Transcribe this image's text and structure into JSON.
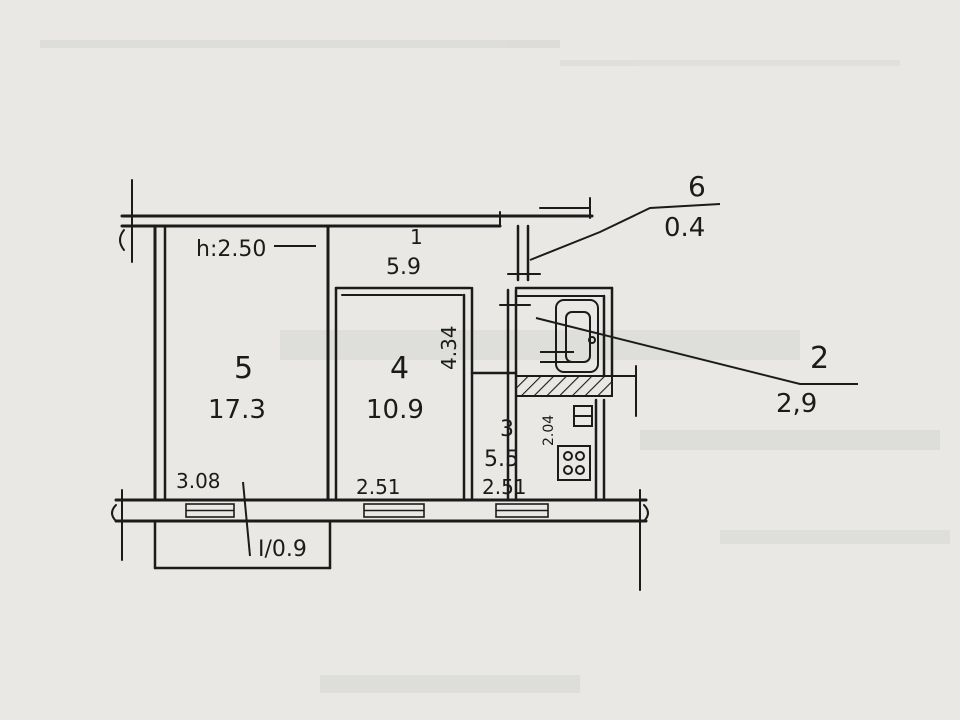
{
  "rooms": [
    {
      "number": "1",
      "area": "5.9"
    },
    {
      "number": "2",
      "area": "2,9"
    },
    {
      "number": "3",
      "area": "5.5"
    },
    {
      "number": "4",
      "area": "10.9"
    },
    {
      "number": "5",
      "area": "17.3"
    },
    {
      "number": "6",
      "area": "0.4"
    }
  ],
  "dimensions": {
    "ceiling_height": "h:2.50",
    "room4_side": "4.34",
    "room3_side": "2.04",
    "window_room5": "3.08",
    "window_room4": "2.51",
    "window_room3": "2.51"
  },
  "balcony": {
    "label": "I/0.9"
  },
  "colors": {
    "ink": "#1b1b1b",
    "paper": "#e9e8e4",
    "bleed": "#c7c7c5"
  }
}
